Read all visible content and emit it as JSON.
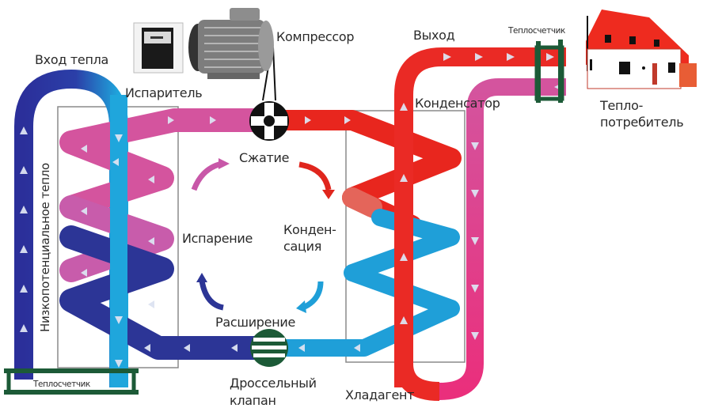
{
  "title": "Схема работы теплового насоса",
  "labels": {
    "heat_input": "Вход тепла",
    "compressor": "Компрессор",
    "evaporator": "Испаритель",
    "condenser": "Конденсатор",
    "output": "Выход",
    "heat_meter_top": "Теплосчетчик",
    "heat_meter_bottom": "Теплосчетчик",
    "consumer_line1": "Тепло-",
    "consumer_line2": "потребитель",
    "low_potential_heat": "Низкопотенциальное тепло",
    "compression": "Сжатие",
    "condensation_line1": "Конден-",
    "condensation_line2": "сация",
    "evaporation": "Испарение",
    "expansion": "Расширение",
    "throttle_line1": "Дроссельный",
    "throttle_line2": "клапан",
    "refrigerant": "Хладагент"
  },
  "colors": {
    "cold_source_in": "#2b2f9a",
    "cold_source_out": "#1fa6dc",
    "refrigerant_vapor_low": "#d4549e",
    "refrigerant_liquid_cold": "#2c3596",
    "refrigerant_hot": "#e8261e",
    "refrigerant_liquid_warm": "#1f9fd8",
    "heating_supply": "#ea2a25",
    "heating_return": "#e8388a",
    "meter_green": "#1c5a37",
    "house_roof": "#ee2b1f"
  },
  "cycle_stages": [
    "Сжатие",
    "Конденсация",
    "Расширение",
    "Испарение"
  ]
}
